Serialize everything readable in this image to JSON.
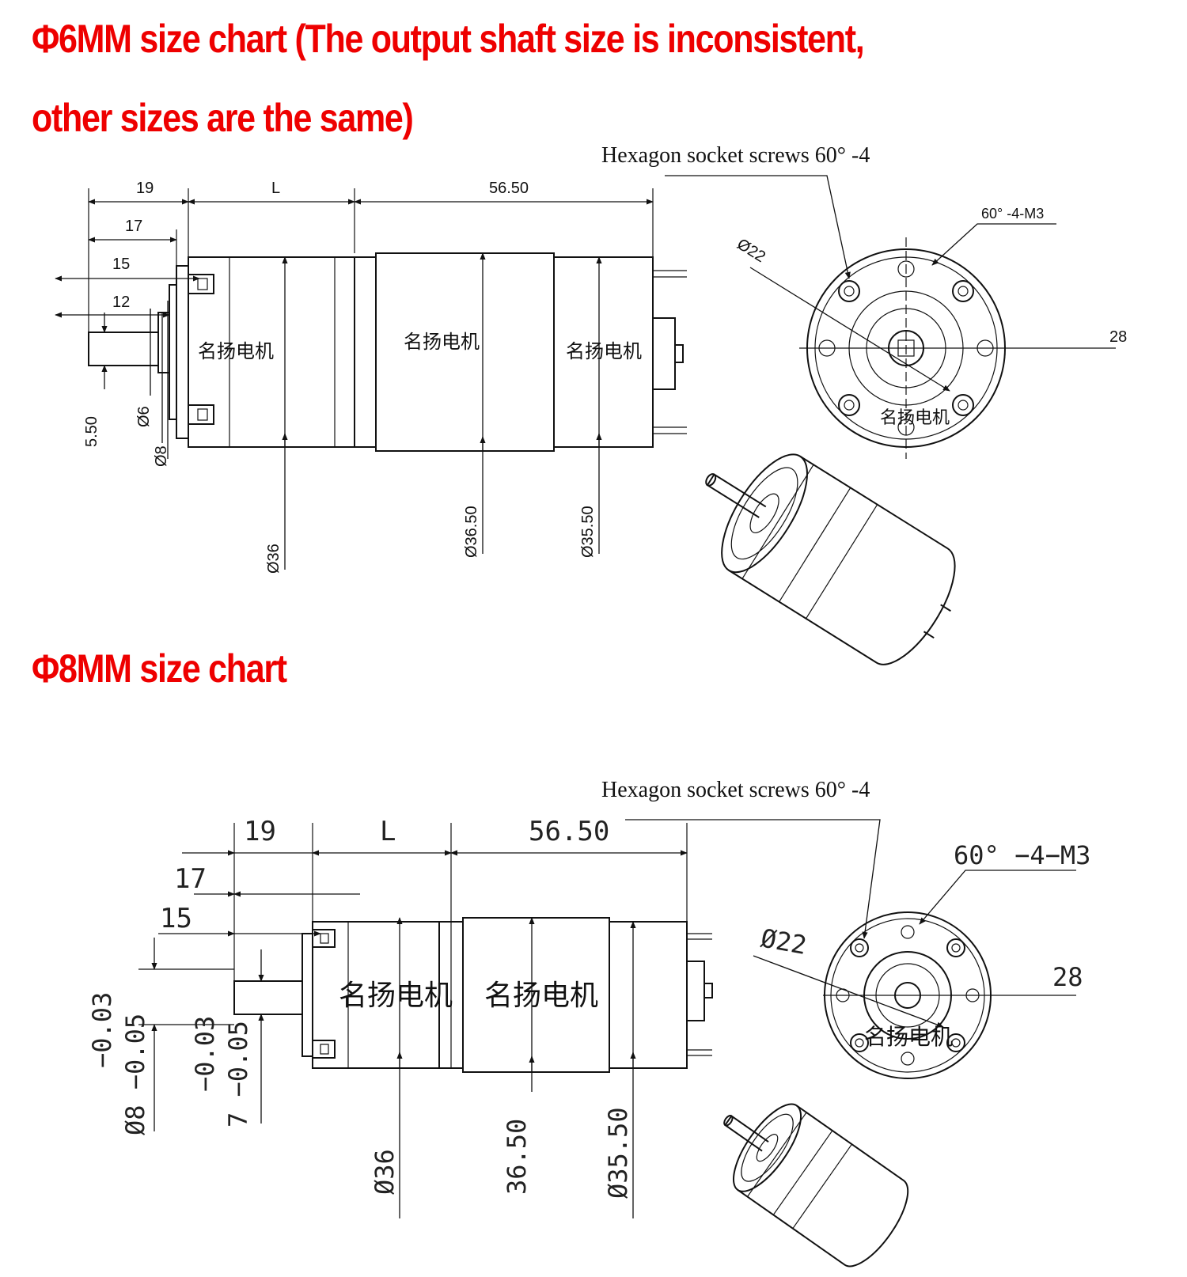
{
  "headings": {
    "phi6_line1": "Φ6MM size chart (The output shaft size is inconsistent,",
    "phi6_line2": "other sizes are the same)",
    "phi8": "Φ8MM size chart"
  },
  "colors": {
    "heading": "#ee0000",
    "drawing": "#111111"
  },
  "drawing_phi6": {
    "screw_note": "Hexagon socket screws 60° -4",
    "dims": {
      "d19": "19",
      "d17": "17",
      "d15": "15",
      "d12": "12",
      "L": "L",
      "d5650": "56.50",
      "d550": "5.50",
      "phi6": "Ø6",
      "phi8": "Ø8",
      "phi36": "Ø36",
      "phi3650": "Ø36.50",
      "phi3550": "Ø35.50"
    },
    "brand": "名扬电机",
    "end_view": {
      "hole_note": "60° -4-M3",
      "phi22": "Ø22",
      "d28": "28"
    }
  },
  "drawing_phi8": {
    "screw_note": "Hexagon socket screws 60° -4",
    "dims": {
      "d19": "19",
      "L": "L",
      "d5650": "56.50",
      "d17": "17",
      "d15": "15",
      "tol_upper": "−0.03",
      "tol_lower_8": "Ø8 −0.05",
      "tol_upper_7": "−0.03",
      "tol_lower_7": "7 −0.05",
      "phi36": "Ø36",
      "d3650": "36.50",
      "phi3550": "Ø35.50"
    },
    "brand": "名扬电机",
    "end_view": {
      "hole_note": "60° −4−M3",
      "phi22": "Ø22",
      "d28": "28"
    }
  }
}
